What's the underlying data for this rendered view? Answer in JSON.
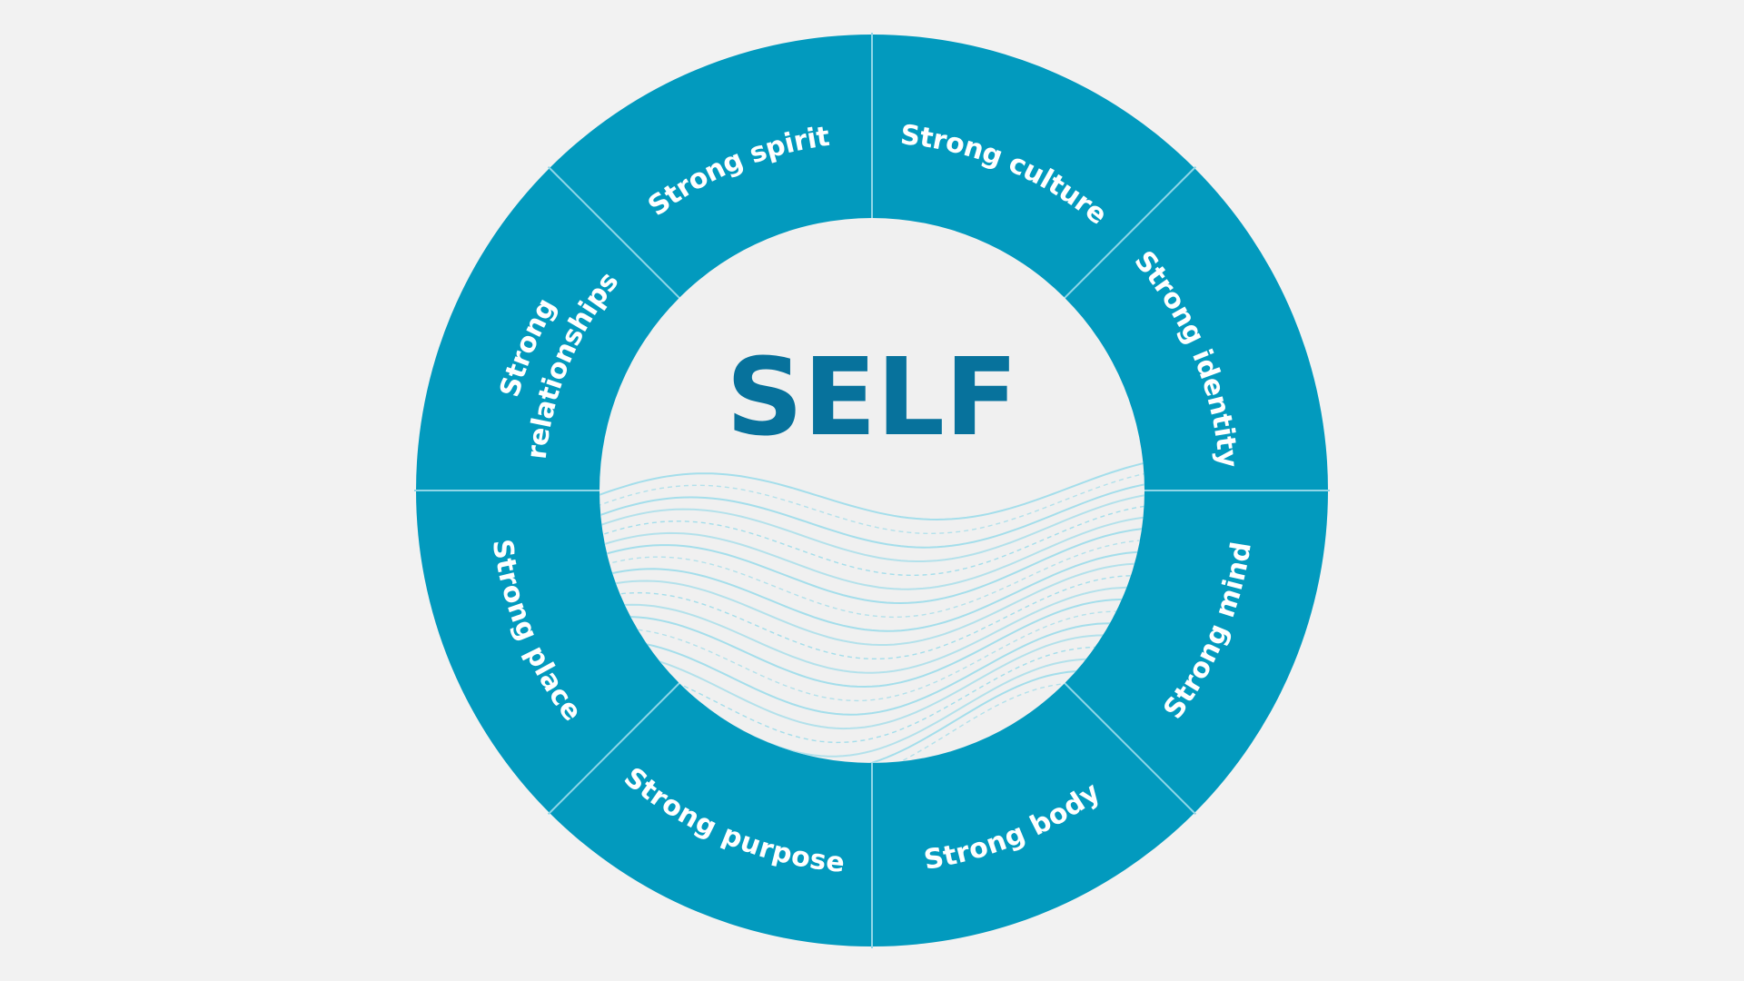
{
  "colors": {
    "background": "#f2f2f2",
    "ring": "#029abe",
    "divider": "#8fd6e8",
    "center_fill": "#f0f0f0",
    "title": "#07729c",
    "wave": "#9fdcea"
  },
  "diagram": {
    "center_title": "SELF",
    "segments": [
      {
        "id": "spirit",
        "lines": [
          "Strong spirit"
        ]
      },
      {
        "id": "culture",
        "lines": [
          "Strong culture"
        ]
      },
      {
        "id": "identity",
        "lines": [
          "Strong identity"
        ]
      },
      {
        "id": "mind",
        "lines": [
          "Strong mind"
        ]
      },
      {
        "id": "body",
        "lines": [
          "Strong body"
        ]
      },
      {
        "id": "purpose",
        "lines": [
          "Strong purpose"
        ]
      },
      {
        "id": "place",
        "lines": [
          "Strong place"
        ]
      },
      {
        "id": "relationships",
        "lines": [
          "Strong",
          "relationships"
        ]
      }
    ]
  }
}
